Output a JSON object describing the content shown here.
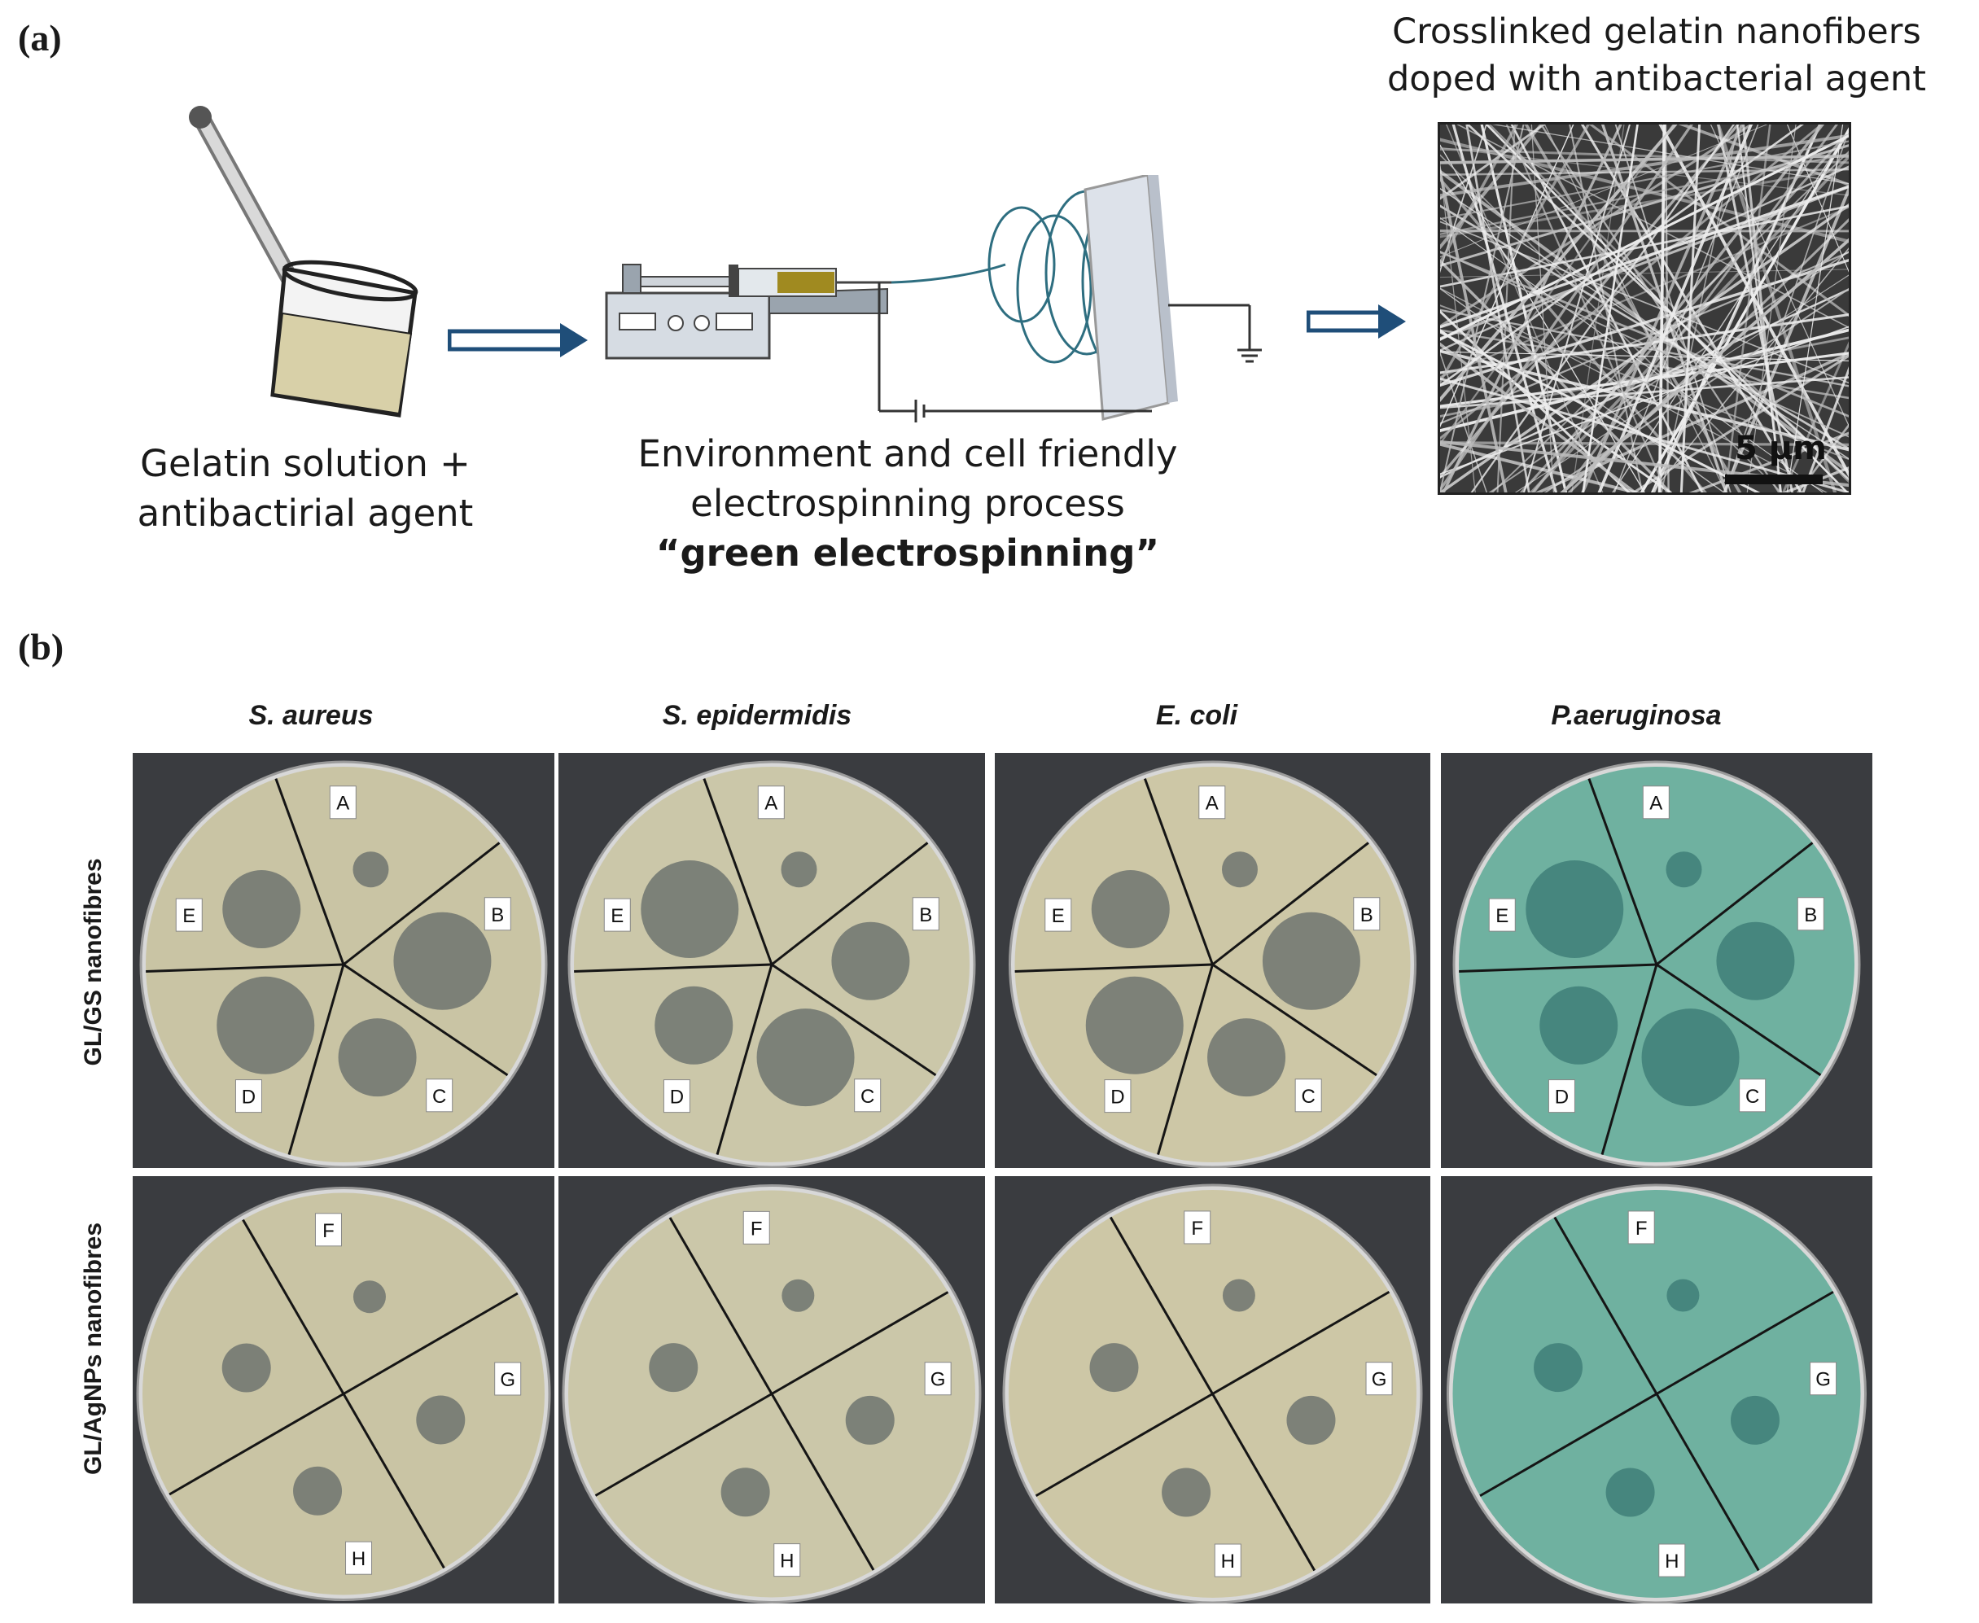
{
  "panel_a": {
    "label": "(a)",
    "caption_solution": [
      "Gelatin solution +",
      "antibactirial agent"
    ],
    "caption_process": [
      "Environment and cell friendly",
      "electrospinning process"
    ],
    "caption_green": "“green electrospinning”",
    "caption_product": [
      "Crosslinked gelatin nanofibers",
      "doped with antibacterial agent"
    ],
    "scale_bar": "5 μm"
  },
  "panel_b": {
    "label": "(b)",
    "columns": [
      "S. aureus",
      "S. epidermidis",
      "E. coli",
      "P.aeruginosa"
    ],
    "rows": [
      "GL/GS nanofibres",
      "GL/AgNPs nanofibres"
    ],
    "row1_letters": [
      "A",
      "B",
      "C",
      "D",
      "E"
    ],
    "row2_letters": [
      "F",
      "G",
      "H"
    ],
    "agar_colors": [
      "#c9c4a4",
      "#cbc7a9",
      "#cdc7a6",
      "#6fb1a0"
    ]
  }
}
